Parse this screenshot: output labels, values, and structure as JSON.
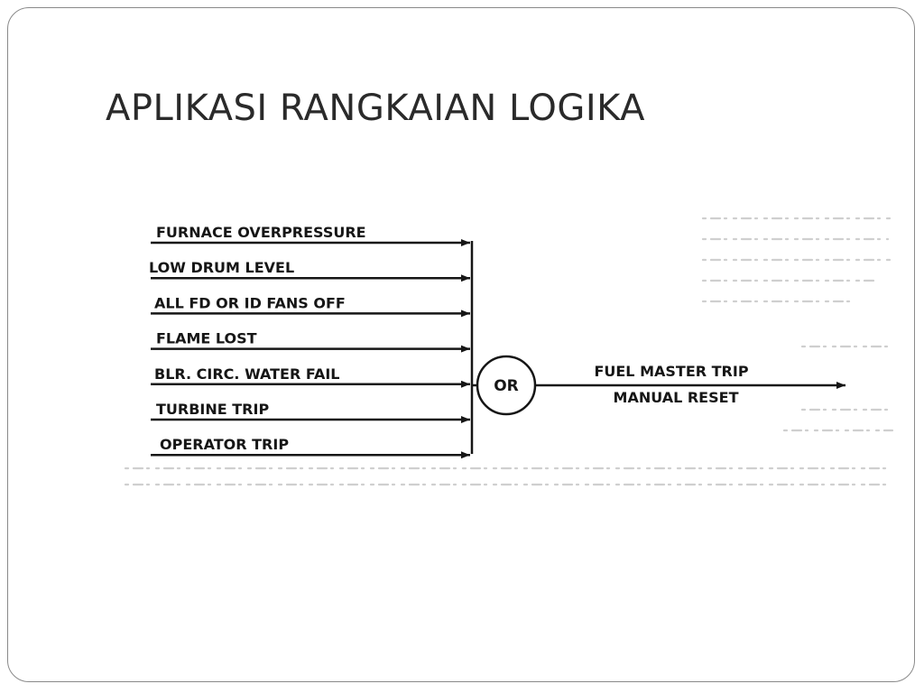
{
  "slide": {
    "title": "APLIKASI RANGKAIAN LOGIKA"
  },
  "diagram": {
    "inputs": [
      "FURNACE OVERPRESSURE",
      "LOW DRUM LEVEL",
      "ALL FD OR ID FANS OFF",
      "FLAME LOST",
      "BLR. CIRC. WATER FAIL",
      "TURBINE TRIP",
      "OPERATOR TRIP"
    ],
    "gate": {
      "label": "OR"
    },
    "output": {
      "line1": "FUEL MASTER TRIP",
      "line2": "MANUAL RESET"
    },
    "colors": {
      "ink": "#161616",
      "border": "#8a8a8a",
      "title": "#2a2a2a"
    }
  }
}
